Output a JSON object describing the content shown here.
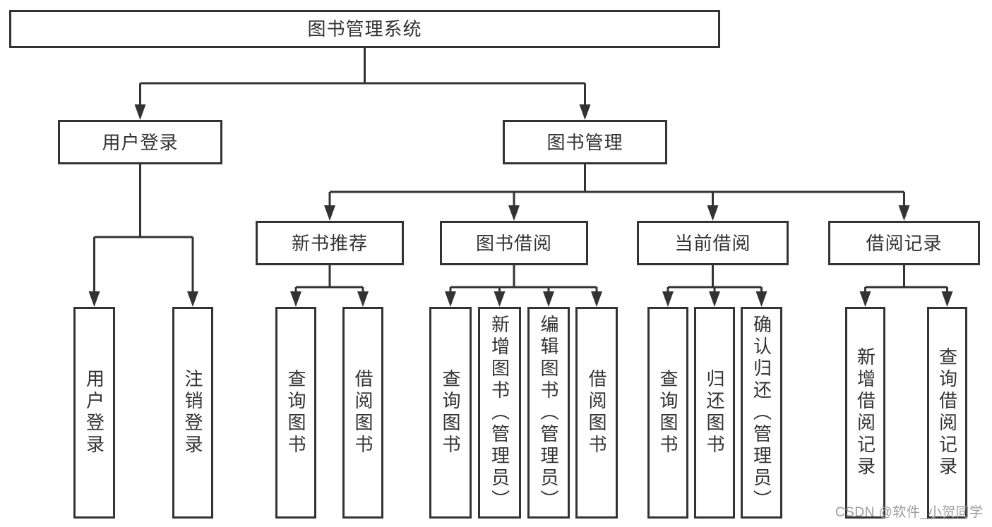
{
  "tree": {
    "label": "图书管理系统",
    "children": [
      {
        "label": "用户登录",
        "children": [
          {
            "label": "用户登录"
          },
          {
            "label": "注销登录"
          }
        ]
      },
      {
        "label": "图书管理",
        "children": [
          {
            "label": "新书推荐",
            "children": [
              {
                "label": "查询图书"
              },
              {
                "label": "借阅图书"
              }
            ]
          },
          {
            "label": "图书借阅",
            "children": [
              {
                "label": "查询图书"
              },
              {
                "label": "新增图书（管理员）"
              },
              {
                "label": "编辑图书（管理员）"
              },
              {
                "label": "借阅图书"
              }
            ]
          },
          {
            "label": "当前借阅",
            "children": [
              {
                "label": "查询图书"
              },
              {
                "label": "归还图书"
              },
              {
                "label": "确认归还（管理员）"
              }
            ]
          },
          {
            "label": "借阅记录",
            "children": [
              {
                "label": "新增借阅记录"
              },
              {
                "label": "查询借阅记录"
              }
            ]
          }
        ]
      }
    ]
  },
  "watermark": {
    "text": "CSDN @软件_小贺同学"
  },
  "colors": {
    "line": "#333333",
    "box_border": "#333333",
    "text": "#333333",
    "background": "#ffffff",
    "watermark": "#9c9c9c"
  }
}
